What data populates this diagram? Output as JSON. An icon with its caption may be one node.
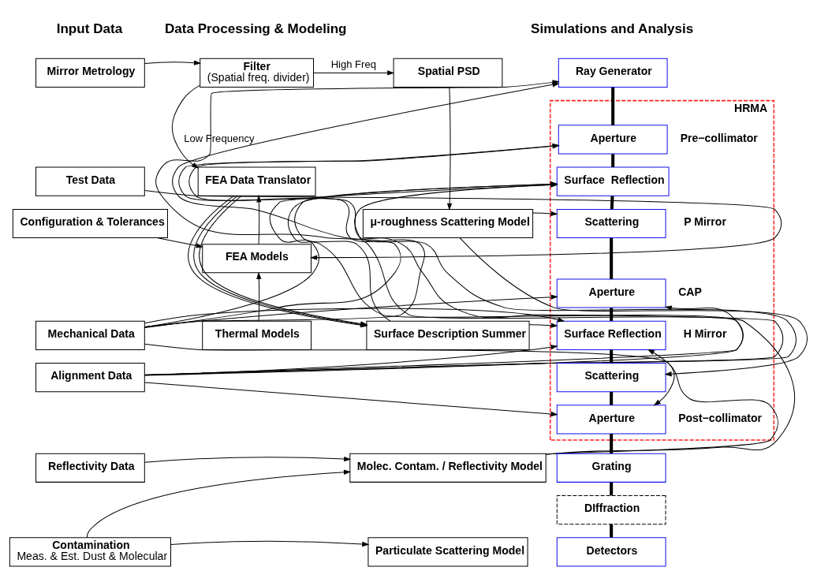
{
  "diagram": {
    "nodes": [
      {
        "text": [
          "Mirror Metrology"
        ]
      },
      {
        "text": [
          "Test Data"
        ]
      },
      {
        "text": [
          "Configuration & Tolerances"
        ]
      },
      {
        "text": [
          "Mechanical Data"
        ]
      },
      {
        "text": [
          "Alignment Data"
        ]
      },
      {
        "text": [
          "Reflectivity Data"
        ]
      },
      {
        "text": [
          "Contamination",
          "Meas. & Est. Dust & Molecular"
        ]
      },
      {
        "text": [
          "Filter",
          "(Spatial freq. divider)"
        ]
      },
      {
        "text": [
          "FEA Data Translator"
        ]
      },
      {
        "text": [
          "FEA Models"
        ]
      },
      {
        "text": [
          "Thermal Models"
        ]
      },
      {
        "text": [
          "Spatial PSD"
        ]
      },
      {
        "text": [
          "μ-roughness Scattering Model"
        ]
      },
      {
        "text": [
          "Surface Description Summer"
        ]
      },
      {
        "text": [
          "Molec. Contam. / Reflectivity Model"
        ]
      },
      {
        "text": [
          "Particulate Scattering Model"
        ]
      },
      {
        "text": [
          "Ray Generator"
        ]
      },
      {
        "text": [
          "HRMA"
        ]
      },
      {
        "text": [
          "Aperture"
        ],
        "in": 17,
        "beside": [
          "Pre−collimator"
        ]
      },
      {
        "text": [
          "Surface  Reflection"
        ],
        "in": 17
      },
      {
        "text": [
          "Scattering"
        ],
        "in": 17
      },
      {
        "text": [
          "Aperture"
        ],
        "in": 17,
        "beside": [
          "CAP"
        ]
      },
      {
        "text": [
          "Surface Reflection"
        ],
        "in": 17
      },
      {
        "text": [
          "Scattering"
        ],
        "in": 17
      },
      {
        "text": [
          "Aperture"
        ],
        "in": 17,
        "beside": [
          "Post−collimator"
        ]
      },
      {
        "text": [
          "Grating"
        ]
      },
      {
        "text": [
          "DIffraction"
        ]
      },
      {
        "text": [
          "Detectors"
        ]
      }
    ],
    "edges": [
      {
        "from": 0,
        "to": 7,
        "arrow": "to"
      },
      {
        "from": 7,
        "to": 11,
        "arrow": "to",
        "label": "High Freq"
      },
      {
        "from": 7,
        "to": 8,
        "arrow": "to",
        "label": "Low Frequency"
      },
      {
        "from": 1,
        "to": 9,
        "arrow": "to"
      },
      {
        "from": 2,
        "to": 9,
        "arrow": "to"
      },
      {
        "from": 9,
        "to": 8,
        "arrow": "to"
      },
      {
        "from": 10,
        "to": 9,
        "arrow": "to"
      },
      {
        "from": 11,
        "to": 12,
        "arrow": "to"
      },
      {
        "from": 8,
        "to": 13,
        "arrow": "to"
      },
      {
        "from": 8,
        "to": 13,
        "arrow": "to"
      },
      {
        "from": 8,
        "to": 13,
        "arrow": "to"
      },
      {
        "from": 5,
        "to": 14,
        "arrow": "to"
      },
      {
        "from": 6,
        "to": 14,
        "arrow": "to"
      },
      {
        "from": 6,
        "to": 15,
        "arrow": "to"
      },
      {
        "from": 3,
        "to": 16,
        "arrow": "to"
      },
      {
        "from": 3,
        "to": 18,
        "arrow": "to"
      },
      {
        "from": 3,
        "to": 19,
        "arrow": "to"
      },
      {
        "from": 3,
        "to": 21,
        "arrow": "to"
      },
      {
        "from": 3,
        "to": 22,
        "arrow": "to"
      },
      {
        "from": 3,
        "to": 24,
        "arrow": "to"
      },
      {
        "from": 4,
        "to": 16,
        "arrow": "to"
      },
      {
        "from": 4,
        "to": 18,
        "arrow": "to"
      },
      {
        "from": 4,
        "to": 19,
        "arrow": "to"
      },
      {
        "from": 4,
        "to": 21,
        "arrow": "to"
      },
      {
        "from": 4,
        "to": 22,
        "arrow": "to"
      },
      {
        "from": 4,
        "to": 24,
        "arrow": "to"
      },
      {
        "from": 12,
        "to": 20,
        "arrow": "to"
      },
      {
        "from": 12,
        "to": 23,
        "arrow": "to"
      },
      {
        "from": 13,
        "to": 19,
        "arrow": "to"
      },
      {
        "from": 13,
        "to": 22,
        "arrow": "to"
      },
      {
        "from": 14,
        "to": 19,
        "arrow": "to"
      },
      {
        "from": 14,
        "to": 22,
        "arrow": "to"
      },
      {
        "from": 16,
        "to": 18,
        "arrow": "none",
        "style": "thick"
      },
      {
        "from": 18,
        "to": 19,
        "arrow": "none",
        "style": "thick"
      },
      {
        "from": 19,
        "to": 20,
        "arrow": "none",
        "style": "thick"
      },
      {
        "from": 20,
        "to": 21,
        "arrow": "none",
        "style": "thick"
      },
      {
        "from": 21,
        "to": 22,
        "arrow": "none",
        "style": "thick"
      },
      {
        "from": 22,
        "to": 23,
        "arrow": "none",
        "style": "thick"
      },
      {
        "from": 23,
        "to": 24,
        "arrow": "none",
        "style": "thick"
      },
      {
        "from": 24,
        "to": 25,
        "arrow": "none",
        "style": "thick"
      },
      {
        "from": 25,
        "to": 26,
        "arrow": "none",
        "style": "thick"
      },
      {
        "from": 26,
        "to": 27,
        "arrow": "none",
        "style": "thick"
      }
    ],
    "labels": [
      "Input Data",
      "Data Processing & Modeling",
      "Simulations and Analysis",
      "P Mirror",
      "H Mirror"
    ]
  }
}
